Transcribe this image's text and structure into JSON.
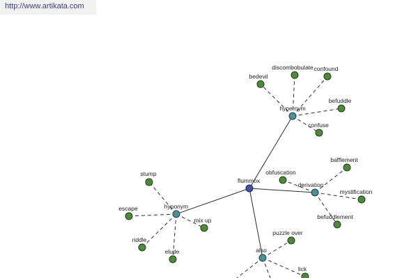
{
  "header": {
    "source_link": "http://www.artikata.com"
  },
  "graph": {
    "center": "flummox",
    "relations": [
      "hypernym",
      "derivation",
      "hyponym",
      "also"
    ],
    "hypernym_words": [
      "bedevil",
      "discombobulate",
      "confound",
      "befuddle",
      "confuse"
    ],
    "derivation_words": [
      "obfuscation",
      "bafflement",
      "mystification",
      "befuddlement"
    ],
    "hyponym_words": [
      "stump",
      "escape",
      "riddle",
      "elude",
      "mix up"
    ],
    "also_words": [
      "puzzle over",
      "lick"
    ]
  }
}
